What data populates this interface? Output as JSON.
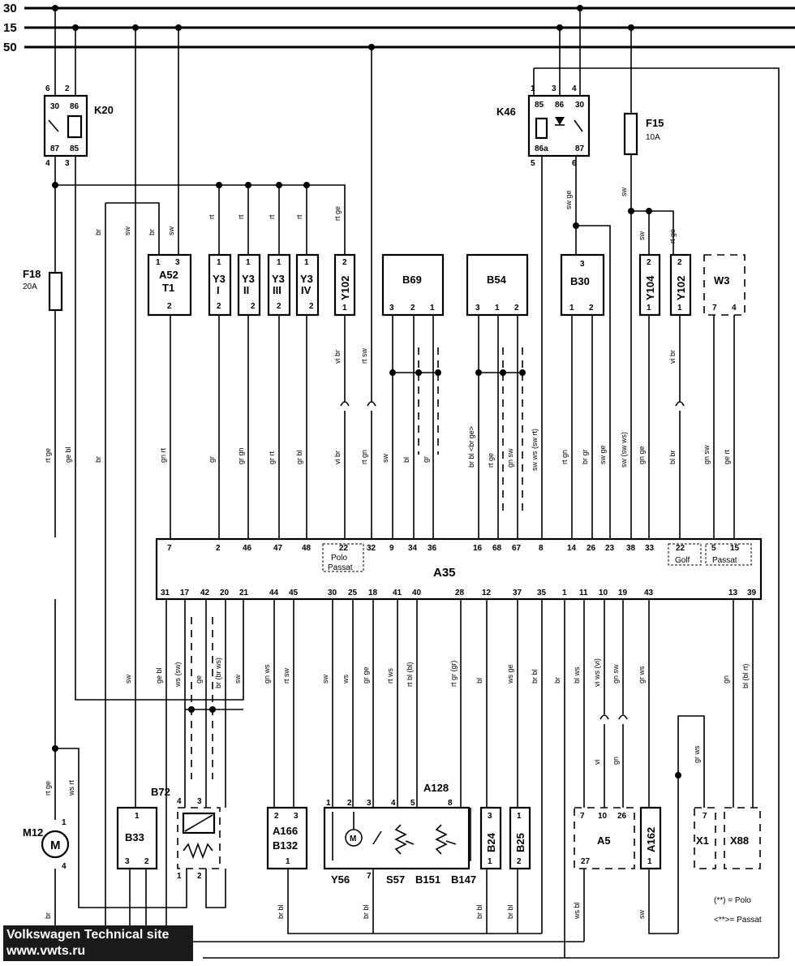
{
  "bus": {
    "b30": "30",
    "b15": "15",
    "b50": "50"
  },
  "components": {
    "K20": "K20",
    "K46": "K46",
    "F15": "F15",
    "F15_rating": "10A",
    "F18": "F18",
    "F18_rating": "20A",
    "A52": "A52",
    "T1": "T1",
    "Y3_I": "Y3",
    "Y3_I_sub": "I",
    "Y3_II": "Y3",
    "Y3_II_sub": "II",
    "Y3_III": "Y3",
    "Y3_III_sub": "III",
    "Y3_IV": "Y3",
    "Y3_IV_sub": "IV",
    "Y102": "Y102",
    "B69": "B69",
    "B54": "B54",
    "B30": "B30",
    "Y104": "Y104",
    "Y102b": "Y102",
    "W3": "W3",
    "A35": "A35",
    "M12": "M12",
    "M_letter": "M",
    "B72": "B72",
    "B33": "B33",
    "A166": "A166",
    "B132": "B132",
    "A128": "A128",
    "Y56": "Y56",
    "S57": "S57",
    "B151": "B151",
    "B147": "B147",
    "B24": "B24",
    "B25": "B25",
    "A5": "A5",
    "A162": "A162",
    "X1": "X1",
    "X88": "X88"
  },
  "a35_notes": {
    "polo": "Polo",
    "passat": "Passat",
    "golf": "Golf",
    "passat2": "Passat"
  },
  "legend": {
    "polo": "(**) = Polo",
    "passat": "<**>= Passat"
  },
  "watermark": {
    "line1": "Volkswagen Technical site",
    "line2": "www.vwts.ru"
  },
  "pins": {
    "k20_6": "6",
    "k20_2": "2",
    "k20_4": "4",
    "k20_3": "3",
    "k20_30": "30",
    "k20_86": "86",
    "k20_87": "87",
    "k20_85": "85",
    "k46_1": "1",
    "k46_3": "3",
    "k46_4": "4",
    "k46_5": "5",
    "k46_6": "6",
    "k46_85": "85",
    "k46_86": "86",
    "k46_30": "30",
    "k46_86a": "86a",
    "k46_87": "87",
    "a52_1": "1",
    "a52_3": "3",
    "a52_2": "2",
    "y3a_1": "1",
    "y3a_2": "2",
    "y3b_1": "1",
    "y3b_2": "2",
    "y3c_1": "1",
    "y3c_2": "2",
    "y3d_1": "1",
    "y3d_2": "2",
    "y102_2": "2",
    "y102_1": "1",
    "b69_3": "3",
    "b69_2": "2",
    "b69_1": "1",
    "b54_3": "3",
    "b54_1": "1",
    "b54_2": "2",
    "b30_3": "3",
    "b30_1": "1",
    "b30_2": "2",
    "y104_2": "2",
    "y104_1": "1",
    "y102b_2": "2",
    "y102b_1": "1",
    "w3_7": "7",
    "w3_4": "4",
    "t7": "7",
    "t2": "2",
    "t46": "46",
    "t47": "47",
    "t48": "48",
    "t22": "22",
    "t32": "32",
    "t9": "9",
    "t34": "34",
    "t36": "36",
    "t16": "16",
    "t68": "68",
    "t67": "67",
    "t8": "8",
    "t14": "14",
    "t26": "26",
    "t23": "23",
    "t38": "38",
    "t33": "33",
    "t22b": "22",
    "t5": "5",
    "t15": "15",
    "b31": "31",
    "b17": "17",
    "b42": "42",
    "b20": "20",
    "b21": "21",
    "b44": "44",
    "b45": "45",
    "b30p": "30",
    "b25p": "25",
    "b18": "18",
    "b41": "41",
    "b40": "40",
    "b28": "28",
    "b12": "12",
    "b37": "37",
    "b35": "35",
    "b1": "1",
    "b11": "11",
    "b10": "10",
    "b19": "19",
    "b43": "43",
    "b13": "13",
    "b39": "39",
    "m12_1": "1",
    "m12_4": "4",
    "b72_4": "4",
    "b72_3": "3",
    "b72_1": "1",
    "b72_2": "2",
    "b33_1": "1",
    "b33_3": "3",
    "b33_2": "2",
    "a166_2": "2",
    "a166_3": "3",
    "a166_1": "1",
    "a128_1": "1",
    "a128_2": "2",
    "a128_3": "3",
    "a128_4": "4",
    "a128_5": "5",
    "a128_8": "8",
    "a128_7": "7",
    "b24_3": "3",
    "b24_1": "1",
    "b25_1": "1",
    "b25_2": "2",
    "a5_7": "7",
    "a5_10": "10",
    "a5_26": "26",
    "a5_27": "27",
    "a162_1": "1",
    "x1_7": "7"
  },
  "wire_colors": {
    "c_br1": "br",
    "c_sw1": "sw",
    "c_br2": "br",
    "c_sw2": "sw",
    "c_rt1": "rt",
    "c_rt2": "rt",
    "c_rt3": "rt",
    "c_rt4": "rt",
    "c_rtge1": "rt ge",
    "c_swge": "sw ge",
    "c_sw3": "sw",
    "c_sw4": "sw",
    "c_rtge2": "rt ge",
    "c_rtge3": "rt ge",
    "c_gebl1": "ge bl",
    "c_br3": "br",
    "c_gnrt": "gn rt",
    "c_gr": "gr",
    "c_grgn": "gr gn",
    "c_grrt": "gr rt",
    "c_grbl": "gr bl",
    "c_vibr1": "vi br",
    "c_vibr2": "vi br",
    "c_rtsw": "rt sw",
    "c_rtgn": "rt gn",
    "c_sw5": "sw",
    "c_bl1": "bl",
    "c_gr2": "gr",
    "c_brbl": "br bl <br ge>",
    "c_rtge4": "rt ge",
    "c_gnsw": "gn sw",
    "c_swws": "sw ws (sw rt)",
    "c_rtgn2": "rt gn",
    "c_brgr": "br gr",
    "c_swge2": "sw ge",
    "c_swswws": "sw (sw ws)",
    "c_gnge": "gn ge",
    "c_blbr": "bl br",
    "c_vibr3": "vi br",
    "c_gnsw2": "gn sw",
    "c_gert": "ge rt",
    "c_gebl2": "ge bl",
    "c_wssw": "ws (sw)",
    "c_ge": "ge",
    "c_brbrws": "br (br ws)",
    "c_sw6": "sw",
    "c_sw7": "sw",
    "c_gnws": "gn ws",
    "c_rtsw2": "rt sw",
    "c_sw8": "sw",
    "c_ws": "ws",
    "c_grge": "gr ge",
    "c_rtws": "rt ws",
    "c_rtblbl": "rt bl (bl)",
    "c_rtgrgr": "rt gr (gr)",
    "c_bl2": "bl",
    "c_wsge": "ws ge",
    "c_brbl2": "br bl",
    "c_br4": "br",
    "c_blws": "bl ws",
    "c_viwsvi": "vi ws (vi)",
    "c_gnsw3": "gn sw",
    "c_grws": "gr ws",
    "c_gn": "gn",
    "c_blblrt": "bl (bl rt)",
    "c_vi": "vi",
    "c_gn2": "gn",
    "c_grws2": "gr ws",
    "c_rtge5": "rt ge",
    "c_wsrt": "ws rt",
    "c_br5": "br",
    "c_brbl3": "br bl",
    "c_brbl4": "br bl",
    "c_brbl5": "br bl",
    "c_brbl6": "br bl",
    "c_wsbl": "ws bl",
    "c_sw9": "sw"
  }
}
